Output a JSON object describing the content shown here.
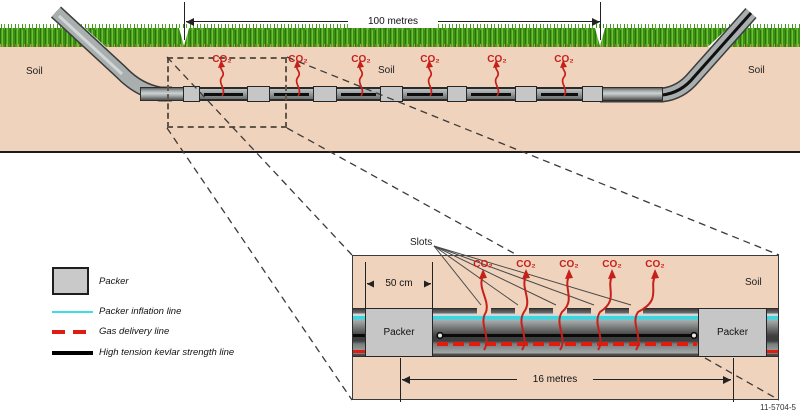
{
  "figure_number": "11-5704-5",
  "labels": {
    "soil": "Soil",
    "co2": "CO₂",
    "slots": "Slots",
    "packer": "Packer"
  },
  "dimensions": {
    "surface_span": "100 metres",
    "slotted_section_length": "16 metres",
    "packer_length": "50 cm"
  },
  "legend": {
    "items": [
      {
        "label": "Packer",
        "swatch": "packer-rect-swatch",
        "color": "#c9c9c9"
      },
      {
        "label": "Packer inflation line",
        "swatch": "cyan-line-swatch",
        "color": "#3fdde8"
      },
      {
        "label": "Gas delivery line",
        "swatch": "red-dashed-line-swatch",
        "color": "#dd1d12"
      },
      {
        "label": "High tension kevlar strength line",
        "swatch": "black-line-swatch",
        "color": "#000000"
      }
    ]
  },
  "main_view": {
    "soil_labels": [
      "Soil",
      "Soil",
      "Soil"
    ],
    "co2_vent_count": 6
  },
  "inset": {
    "soil_label": "Soil",
    "slots_label": "Slots",
    "packer_labels": [
      "Packer",
      "Packer"
    ],
    "co2_vent_count": 5
  },
  "colors": {
    "soil": "#f0d3bd",
    "grass": "#4ea31f",
    "co2_red": "#c6201a",
    "inflation_cyan": "#3fdde8",
    "gas_delivery_red": "#dd1d12",
    "pipe_gray": "#a6abab",
    "packer_gray": "#c6c6c6"
  }
}
